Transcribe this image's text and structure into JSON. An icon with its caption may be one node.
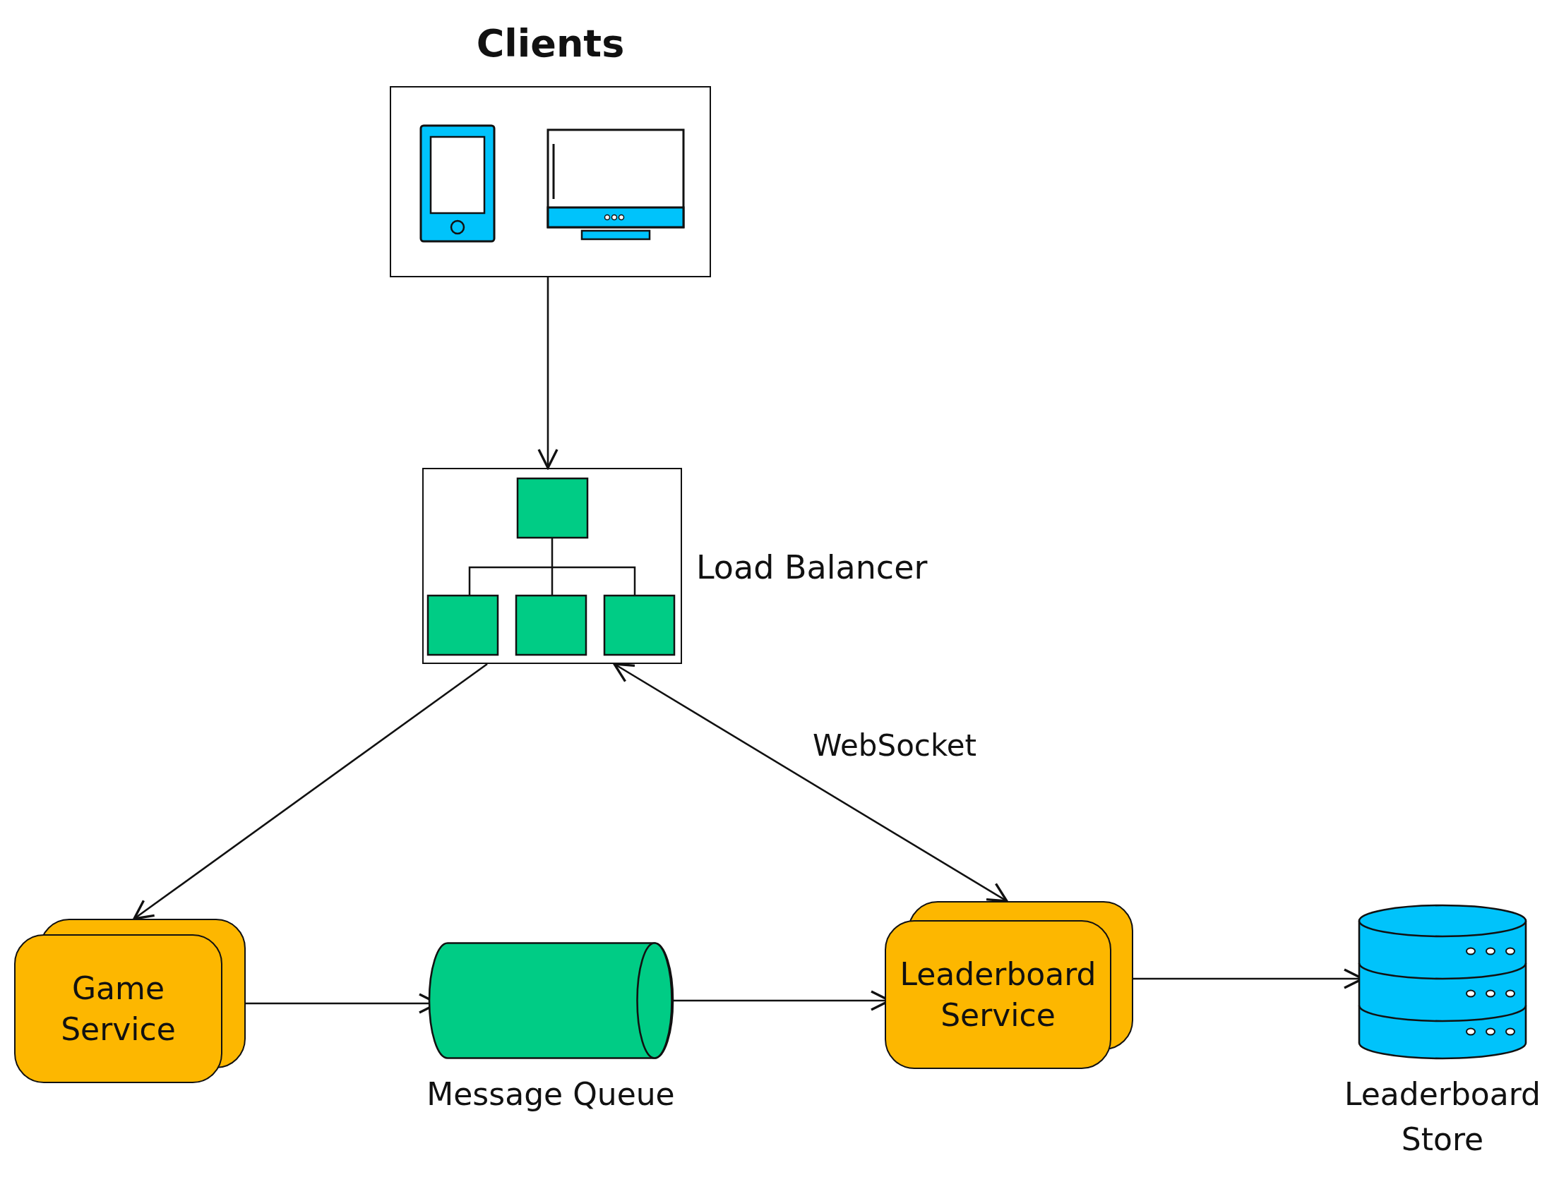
{
  "diagram": {
    "nodes": [
      {
        "text": [
          "Clients"
        ]
      },
      {
        "text": [
          "Load Balancer"
        ]
      },
      {
        "text": [
          "Game Service"
        ]
      },
      {
        "text": [
          "Message Queue"
        ]
      },
      {
        "text": [
          "Leaderboard Service"
        ]
      },
      {
        "text": [
          "Leaderboard Store"
        ]
      }
    ],
    "edges": [
      {
        "from": 0,
        "to": 1,
        "arrow": "to"
      },
      {
        "from": 1,
        "to": 2,
        "arrow": "to"
      },
      {
        "from": 1,
        "to": 4,
        "arrow": "both",
        "label": "WebSocket"
      },
      {
        "from": 2,
        "to": 3,
        "arrow": "to"
      },
      {
        "from": 3,
        "to": 4,
        "arrow": "to"
      },
      {
        "from": 4,
        "to": 5,
        "arrow": "to"
      }
    ]
  }
}
